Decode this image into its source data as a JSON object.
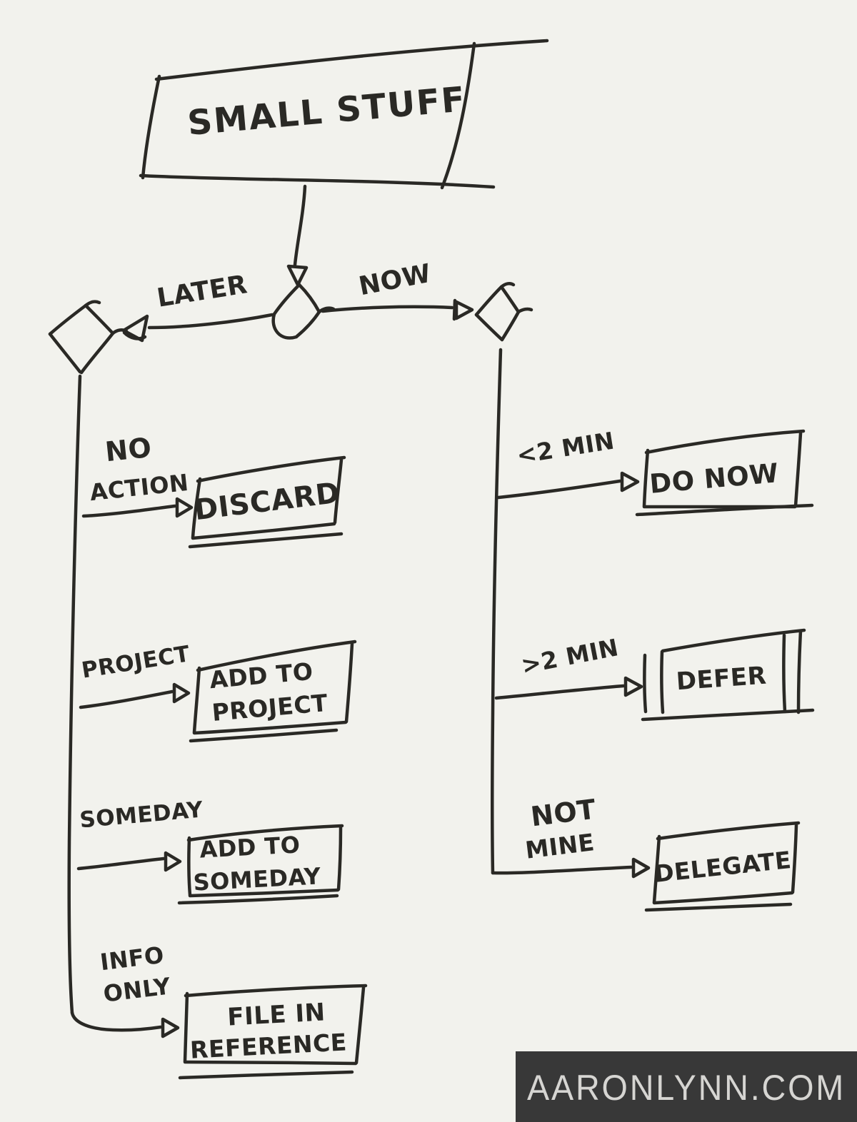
{
  "palette": {
    "background": "#f2f2ed",
    "ink": "#2a2925",
    "watermark_bg": "#383838",
    "watermark_fg": "#d6d5d2"
  },
  "flow": {
    "start": {
      "label": "SMALL STUFF"
    },
    "decision": {
      "later_label": "LATER",
      "now_label": "NOW"
    },
    "later_branch": {
      "outcomes": [
        {
          "condition_lines": [
            "NO",
            "ACTION"
          ],
          "action_lines": [
            "DISCARD"
          ]
        },
        {
          "condition_lines": [
            "PROJECT"
          ],
          "action_lines": [
            "ADD TO",
            "PROJECT"
          ]
        },
        {
          "condition_lines": [
            "SOMEDAY"
          ],
          "action_lines": [
            "ADD TO",
            "SOMEDAY"
          ]
        },
        {
          "condition_lines": [
            "INFO",
            "ONLY"
          ],
          "action_lines": [
            "FILE IN",
            "REFERENCE"
          ]
        }
      ]
    },
    "now_branch": {
      "outcomes": [
        {
          "condition_lines": [
            "<2 MIN"
          ],
          "action_lines": [
            "DO NOW"
          ]
        },
        {
          "condition_lines": [
            ">2 MIN"
          ],
          "action_lines": [
            "DEFER"
          ]
        },
        {
          "condition_lines": [
            "NOT",
            "MINE"
          ],
          "action_lines": [
            "DELEGATE"
          ]
        }
      ]
    }
  },
  "watermark": {
    "text": "AARONLYNN.COM"
  }
}
